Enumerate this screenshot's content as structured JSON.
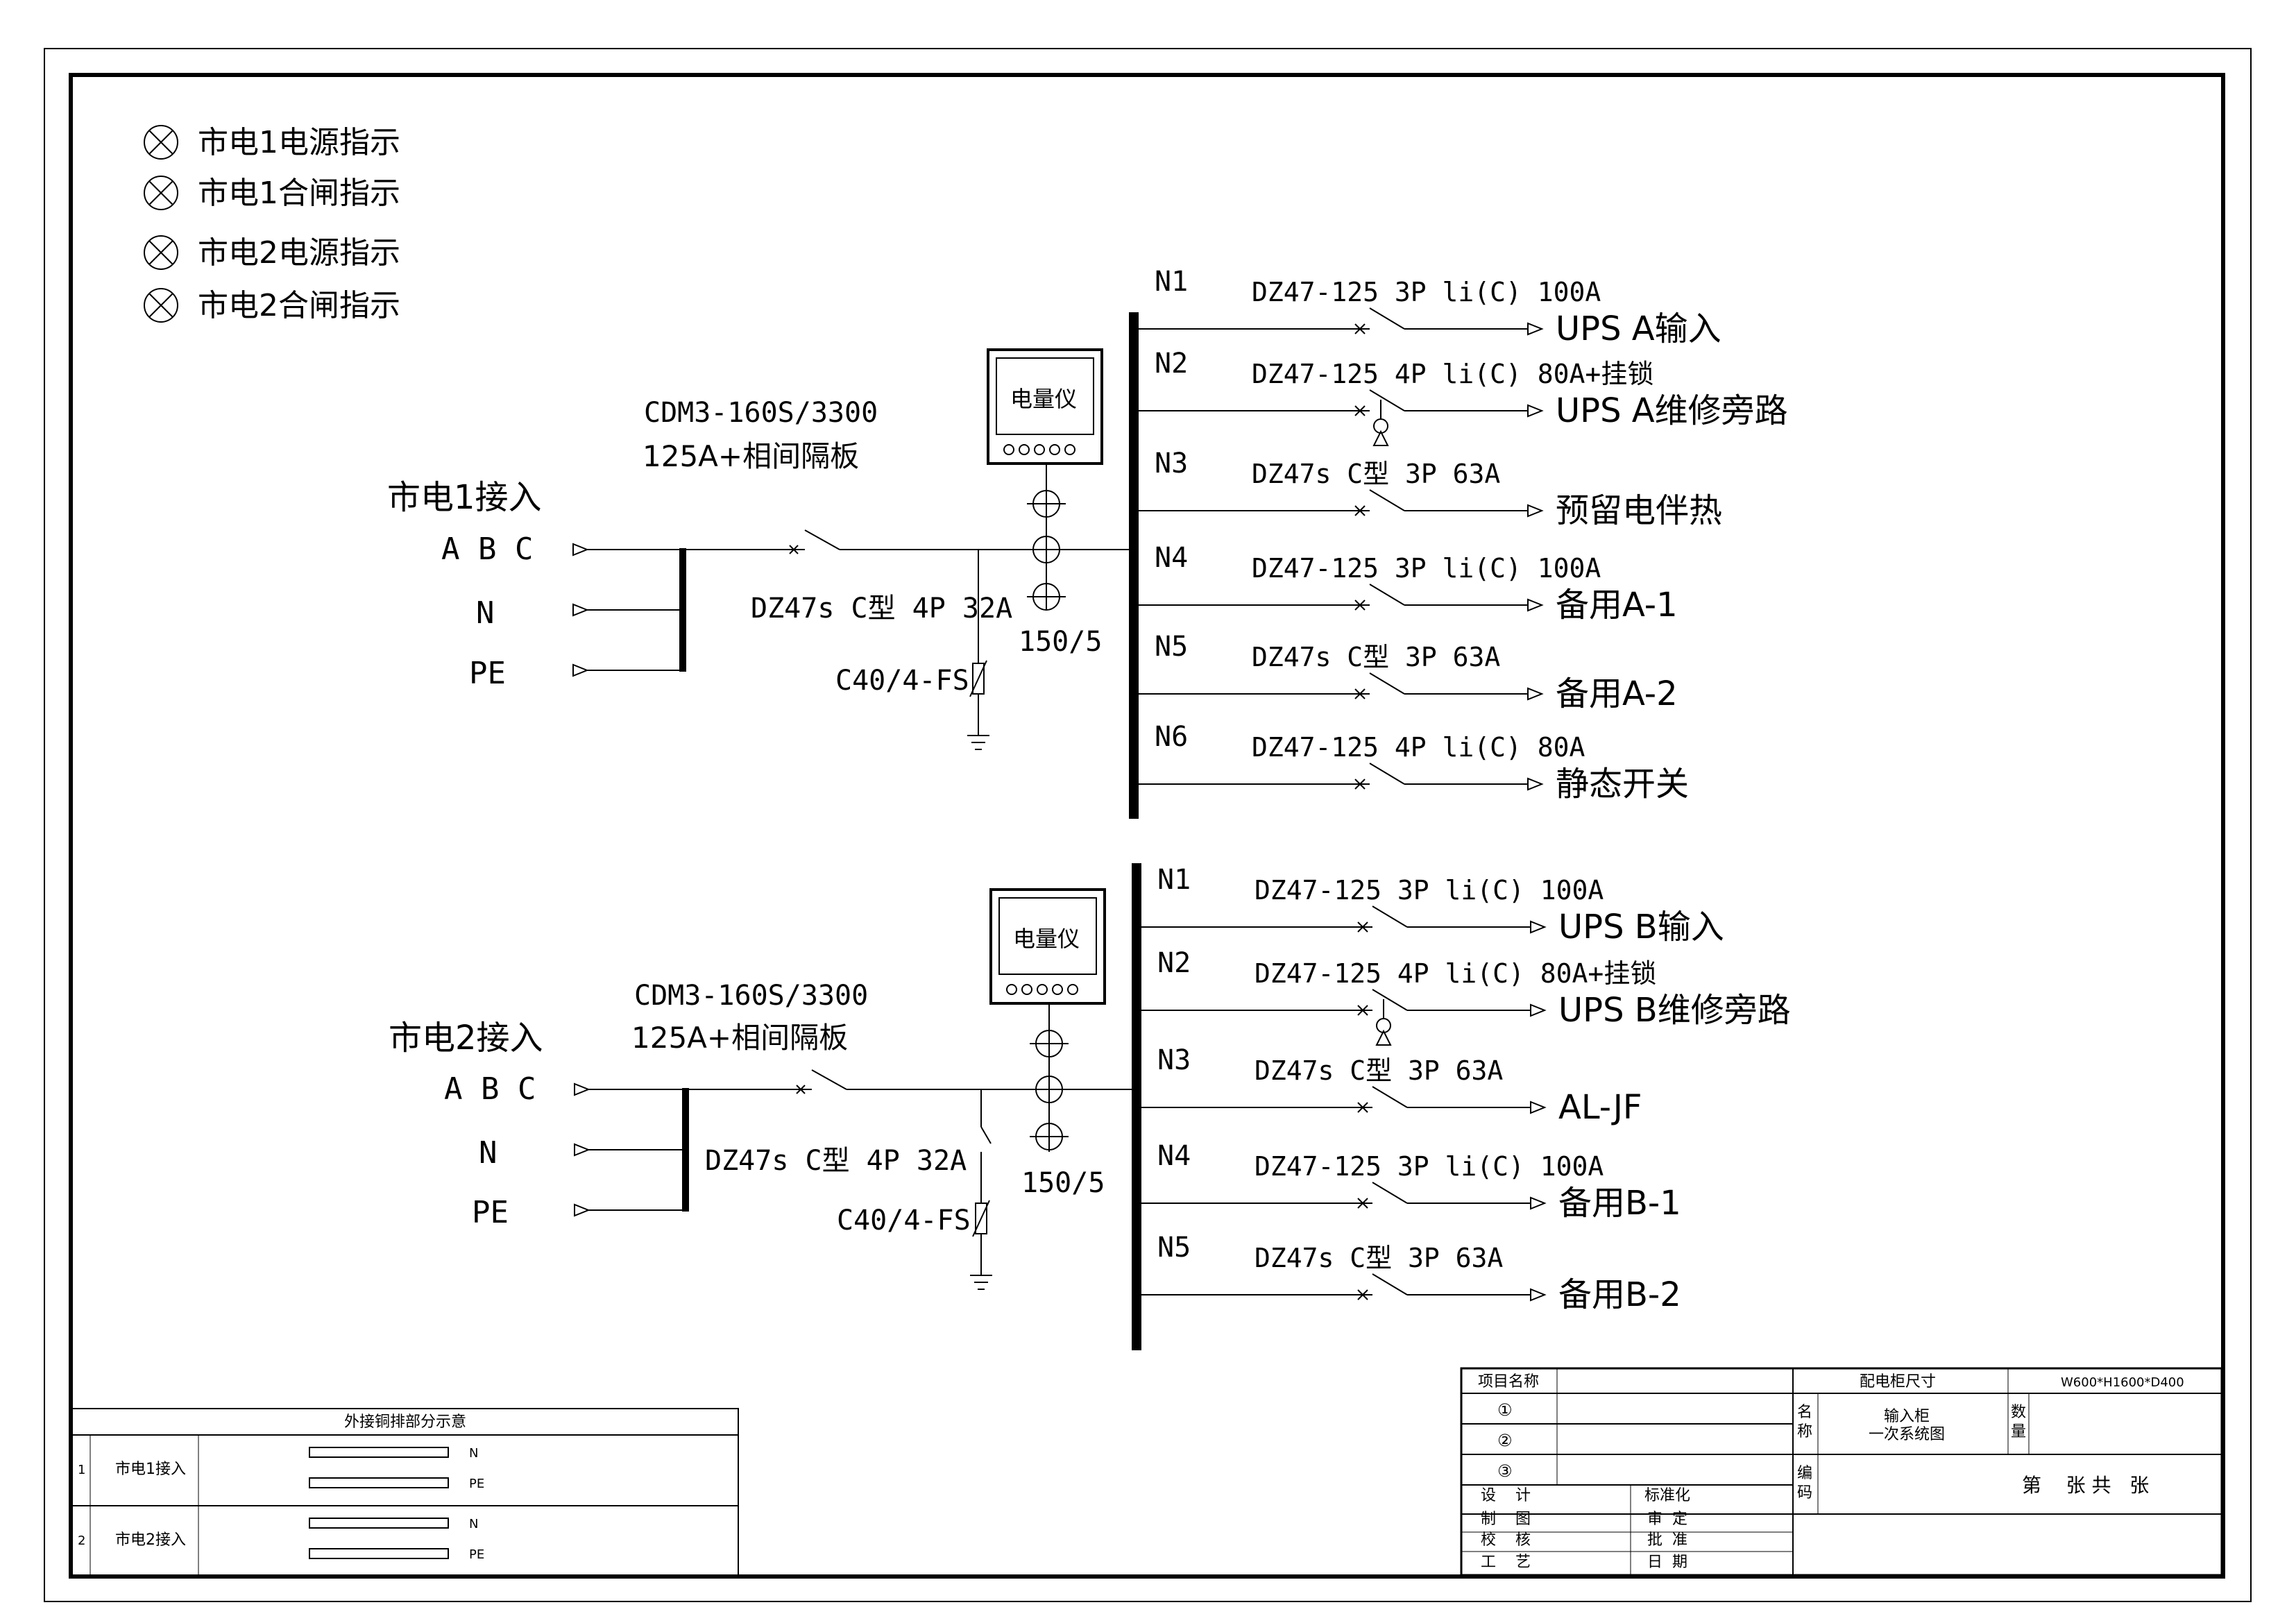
{
  "legend": [
    "市电1电源指示",
    "市电1合闸指示",
    "市电2电源指示",
    "市电2合闸指示"
  ],
  "section1": {
    "title": "市电1接入",
    "phase_abc": "A B C",
    "phase_n": "N",
    "phase_pe": "PE",
    "main_breaker_model": "CDM3-160S/3300",
    "main_breaker_spec": "125A+相间隔板",
    "surge_breaker": "DZ47s C型 4P 32A",
    "surge_protector": "C40/4-FS",
    "meter_label": "电量仪",
    "ct_ratio": "150/5",
    "feeders": [
      {
        "id": "N1",
        "breaker": "DZ47-125 3P li(C) 100A",
        "load": "UPS A输入",
        "lock": false
      },
      {
        "id": "N2",
        "breaker": "DZ47-125 4P li(C) 80A+挂锁",
        "load": "UPS A维修旁路",
        "lock": true
      },
      {
        "id": "N3",
        "breaker": "DZ47s C型 3P 63A",
        "load": "预留电伴热",
        "lock": false
      },
      {
        "id": "N4",
        "breaker": "DZ47-125 3P li(C) 100A",
        "load": "备用A-1",
        "lock": false
      },
      {
        "id": "N5",
        "breaker": "DZ47s C型 3P 63A",
        "load": "备用A-2",
        "lock": false
      },
      {
        "id": "N6",
        "breaker": "DZ47-125 4P li(C) 80A",
        "load": "静态开关",
        "lock": false
      }
    ]
  },
  "section2": {
    "title": "市电2接入",
    "phase_abc": "A B C",
    "phase_n": "N",
    "phase_pe": "PE",
    "main_breaker_model": "CDM3-160S/3300",
    "main_breaker_spec": "125A+相间隔板",
    "surge_breaker": "DZ47s C型 4P 32A",
    "surge_protector": "C40/4-FS",
    "meter_label": "电量仪",
    "ct_ratio": "150/5",
    "feeders": [
      {
        "id": "N1",
        "breaker": "DZ47-125 3P li(C) 100A",
        "load": "UPS B输入",
        "lock": false
      },
      {
        "id": "N2",
        "breaker": "DZ47-125 4P li(C) 80A+挂锁",
        "load": "UPS B维修旁路",
        "lock": true
      },
      {
        "id": "N3",
        "breaker": "DZ47s C型 3P 63A",
        "load": "AL-JF",
        "lock": false
      },
      {
        "id": "N4",
        "breaker": "DZ47-125 3P li(C) 100A",
        "load": "备用B-1",
        "lock": false
      },
      {
        "id": "N5",
        "breaker": "DZ47s C型 3P 63A",
        "load": "备用B-2",
        "lock": false
      }
    ]
  },
  "copper_table": {
    "title": "外接铜排部分示意",
    "rows": [
      {
        "no": "1",
        "label": "市电1接入",
        "bars": [
          "N",
          "PE"
        ]
      },
      {
        "no": "2",
        "label": "市电2接入",
        "bars": [
          "N",
          "PE"
        ]
      }
    ]
  },
  "title_block": {
    "project_name_label": "项目名称",
    "row_markers": [
      "①",
      "②",
      "③"
    ],
    "cabinet_size_label": "配电柜尺寸",
    "cabinet_size_value": "W600*H1600*D400",
    "name_label": [
      "名",
      "称"
    ],
    "drawing_name": [
      "输入柜",
      "一次系统图"
    ],
    "quantity_label": [
      "数",
      "量"
    ],
    "code_label": [
      "编",
      "码"
    ],
    "sheet_text": "第    张 共   张",
    "roles": [
      "设    计",
      "制    图",
      "校    核",
      "工    艺"
    ],
    "approvals": [
      "标准化",
      "审  定",
      "批  准",
      "日  期"
    ]
  }
}
